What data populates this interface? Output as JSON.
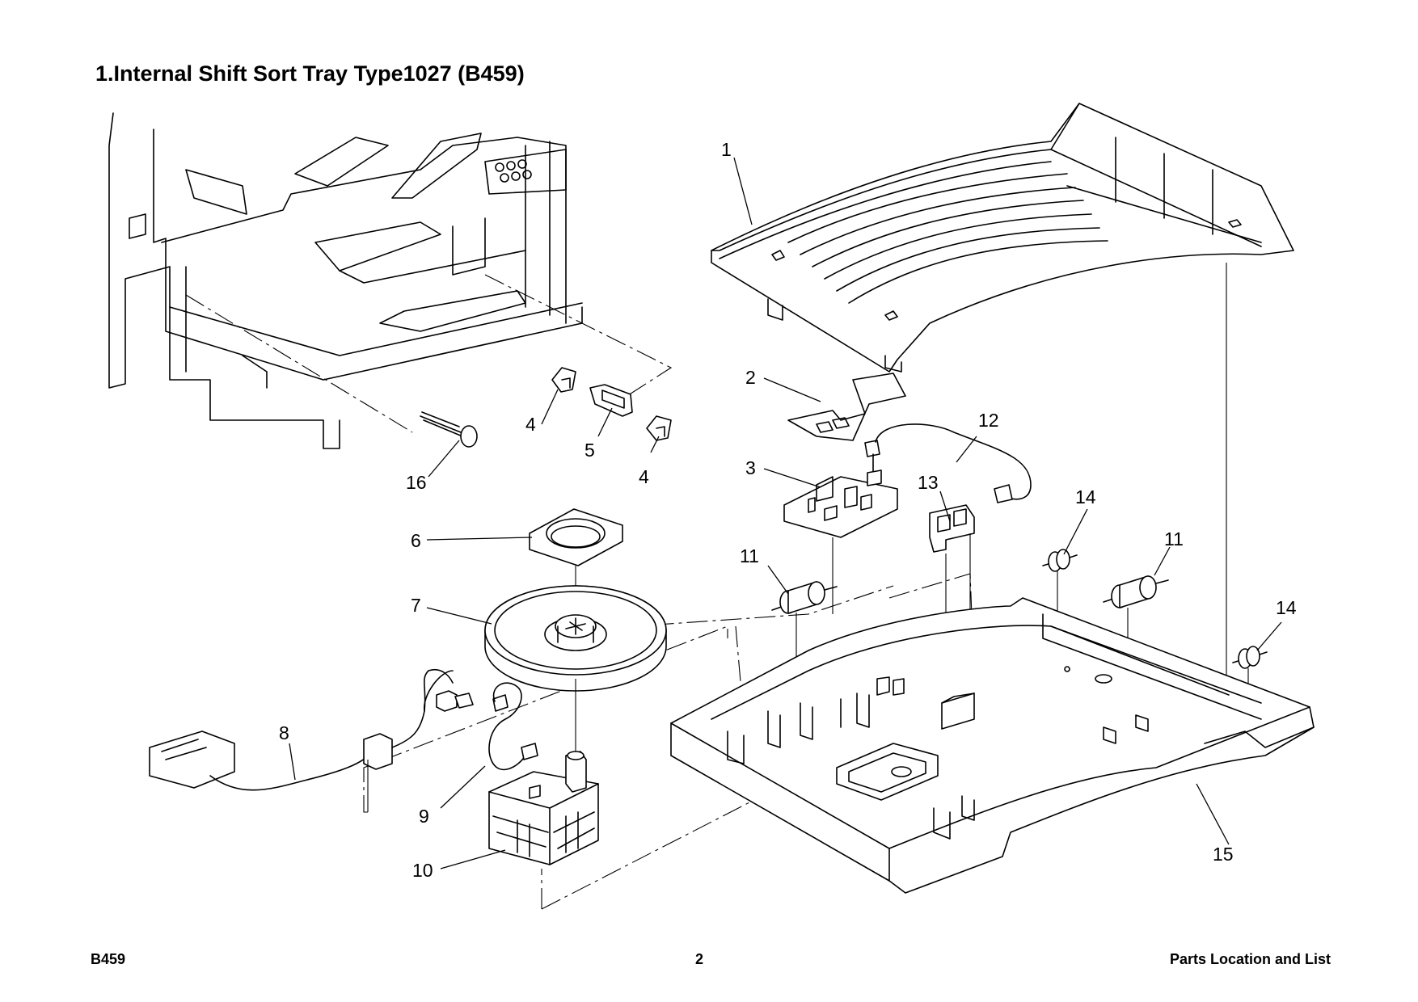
{
  "page": {
    "title": "1.Internal Shift Sort Tray Type1027 (B459)"
  },
  "callouts": [
    {
      "id": "1",
      "label": "1"
    },
    {
      "id": "2",
      "label": "2"
    },
    {
      "id": "3",
      "label": "3"
    },
    {
      "id": "4a",
      "label": "4"
    },
    {
      "id": "4b",
      "label": "4"
    },
    {
      "id": "5",
      "label": "5"
    },
    {
      "id": "6",
      "label": "6"
    },
    {
      "id": "7",
      "label": "7"
    },
    {
      "id": "8",
      "label": "8"
    },
    {
      "id": "9",
      "label": "9"
    },
    {
      "id": "10",
      "label": "10"
    },
    {
      "id": "11a",
      "label": "11"
    },
    {
      "id": "11b",
      "label": "11"
    },
    {
      "id": "12",
      "label": "12"
    },
    {
      "id": "13",
      "label": "13"
    },
    {
      "id": "14a",
      "label": "14"
    },
    {
      "id": "14b",
      "label": "14"
    },
    {
      "id": "15",
      "label": "15"
    },
    {
      "id": "16",
      "label": "16"
    }
  ],
  "footer": {
    "model": "B459",
    "page_number": "2",
    "section": "Parts Location and List"
  }
}
